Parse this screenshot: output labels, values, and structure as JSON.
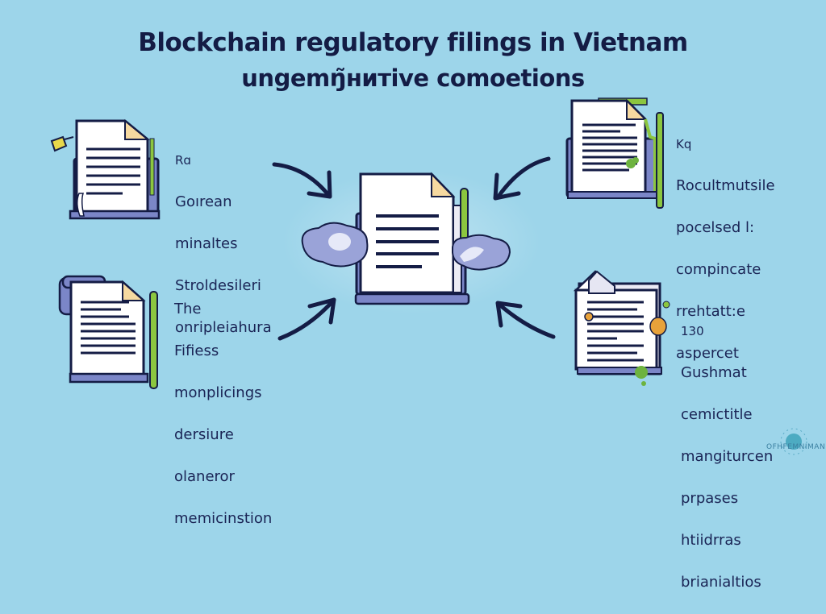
{
  "title": {
    "line1": "Blockchain regulatory filings in Vietnam",
    "line2": "ungemŋ̃нитive comoetions"
  },
  "panels": [
    {
      "id": "top-left",
      "lines": [
        "Rɑ",
        "Goırean",
        "minaltes",
        "Stroldesileri",
        "onripleiahura"
      ]
    },
    {
      "id": "top-right",
      "lines": [
        "Kq",
        "Rocultmutsile",
        "pocelsed l:",
        "compincate",
        "rrehtatt:e",
        "aspercet"
      ]
    },
    {
      "id": "bottom-left",
      "lines": [
        "The",
        "Fifiess",
        "monplicings",
        "dersiure",
        "olaneror",
        "memicinstion"
      ]
    },
    {
      "id": "bottom-right",
      "lines": [
        "130",
        "Gushmat",
        "cemictitle",
        "mangiturcen",
        "prpases",
        "htiidrras",
        "brianialtios"
      ]
    }
  ],
  "watermark": "OFHFEMNIMAN",
  "colors": {
    "background": "#9dd5ea",
    "ink": "#141c45",
    "accent_green": "#8cc63f",
    "accent_purple": "#7b86c8",
    "accent_yellow": "#e8d84a",
    "accent_orange": "#e8a23a",
    "fold": "#f6d9a0"
  }
}
